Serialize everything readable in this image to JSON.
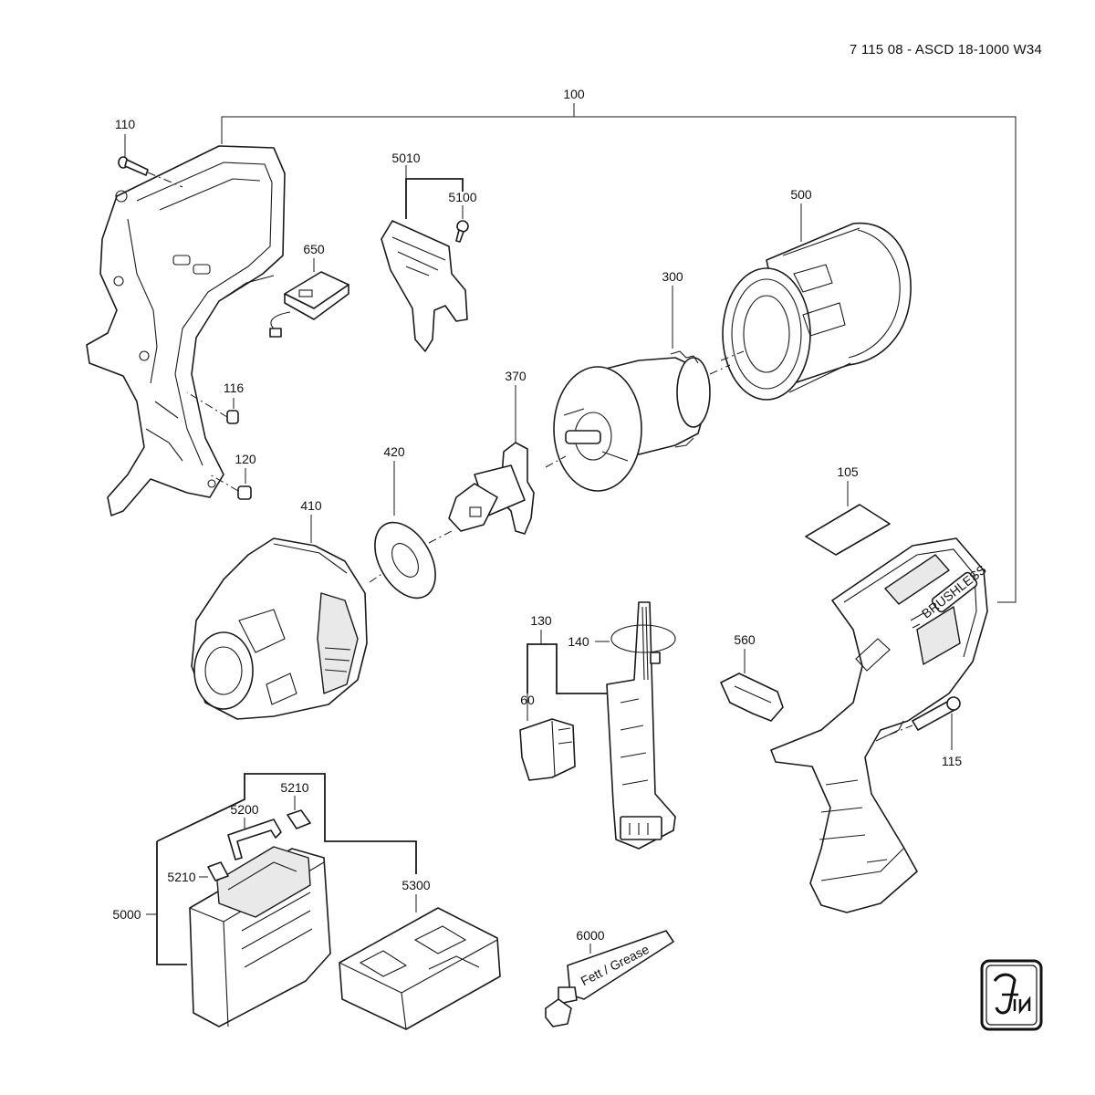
{
  "document": {
    "title": "7 115 08 - ASCD 18-1000 W34",
    "brand": "Fein"
  },
  "labels": {
    "p100": "100",
    "p110": "110",
    "p116": "116",
    "p120": "120",
    "p650": "650",
    "p5010": "5010",
    "p5100": "5100",
    "p300": "300",
    "p370": "370",
    "p420": "420",
    "p410": "410",
    "p500": "500",
    "p105": "105",
    "p130": "130",
    "p140": "140",
    "p60": "60",
    "p560": "560",
    "p115": "115",
    "p5000": "5000",
    "p5200": "5200",
    "p5210a": "5210",
    "p5210b": "5210",
    "p5300": "5300",
    "p6000": "6000"
  },
  "imprints": {
    "grease_tube": "Fett / Grease",
    "housing_badge": "BRUSHLESS"
  }
}
